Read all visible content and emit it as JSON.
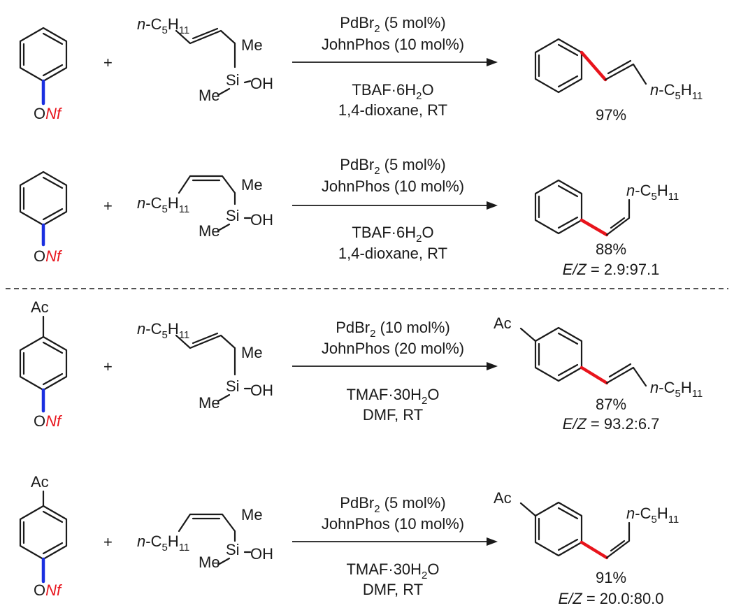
{
  "rows": [
    {
      "substrate_sub": "",
      "leaving_group": {
        "o": "O",
        "nf": "Nf"
      },
      "plus": "+",
      "reagent": {
        "geometry": "E",
        "alkyl": {
          "prefix": "n",
          "dash": "-",
          "c": "C",
          "c_sub": "5",
          "h": "H",
          "h_sub": "11"
        },
        "si": "Si",
        "me1": "Me",
        "me2": "Me",
        "oh": "OH"
      },
      "conditions_top": [
        {
          "text": "PdBr",
          "sub": "2",
          "tail": " (5 mol%)"
        },
        {
          "text": "JohnPhos (10 mol%)",
          "sub": "",
          "tail": ""
        }
      ],
      "conditions_bottom": [
        {
          "text": "TBAF·6H",
          "sub": "2",
          "tail": "O"
        },
        {
          "text": "1,4-dioxane, RT",
          "sub": "",
          "tail": ""
        }
      ],
      "product": {
        "geometry": "E",
        "ac": "",
        "alkyl": {
          "prefix": "n",
          "dash": "-",
          "c": "C",
          "c_sub": "5",
          "h": "H",
          "h_sub": "11"
        }
      },
      "yield": "97%",
      "ratio": null
    },
    {
      "substrate_sub": "",
      "leaving_group": {
        "o": "O",
        "nf": "Nf"
      },
      "plus": "+",
      "reagent": {
        "geometry": "Z",
        "alkyl": {
          "prefix": "n",
          "dash": "-",
          "c": "C",
          "c_sub": "5",
          "h": "H",
          "h_sub": "11"
        },
        "si": "Si",
        "me1": "Me",
        "me2": "Me",
        "oh": "OH"
      },
      "conditions_top": [
        {
          "text": "PdBr",
          "sub": "2",
          "tail": " (5 mol%)"
        },
        {
          "text": "JohnPhos (10 mol%)",
          "sub": "",
          "tail": ""
        }
      ],
      "conditions_bottom": [
        {
          "text": "TBAF·6H",
          "sub": "2",
          "tail": "O"
        },
        {
          "text": "1,4-dioxane, RT",
          "sub": "",
          "tail": ""
        }
      ],
      "product": {
        "geometry": "Z",
        "ac": "",
        "alkyl": {
          "prefix": "n",
          "dash": "-",
          "c": "C",
          "c_sub": "5",
          "h": "H",
          "h_sub": "11"
        }
      },
      "yield": "88%",
      "ratio": {
        "label": "E/Z",
        "value": " = 2.9:97.1"
      }
    },
    {
      "substrate_sub": "Ac",
      "leaving_group": {
        "o": "O",
        "nf": "Nf"
      },
      "plus": "+",
      "reagent": {
        "geometry": "E",
        "alkyl": {
          "prefix": "n",
          "dash": "-",
          "c": "C",
          "c_sub": "5",
          "h": "H",
          "h_sub": "11"
        },
        "si": "Si",
        "me1": "Me",
        "me2": "Me",
        "oh": "OH"
      },
      "conditions_top": [
        {
          "text": "PdBr",
          "sub": "2",
          "tail": " (10 mol%)"
        },
        {
          "text": "JohnPhos (20 mol%)",
          "sub": "",
          "tail": ""
        }
      ],
      "conditions_bottom": [
        {
          "text": "TMAF·30H",
          "sub": "2",
          "tail": "O"
        },
        {
          "text": "DMF, RT",
          "sub": "",
          "tail": ""
        }
      ],
      "product": {
        "geometry": "E",
        "ac": "Ac",
        "alkyl": {
          "prefix": "n",
          "dash": "-",
          "c": "C",
          "c_sub": "5",
          "h": "H",
          "h_sub": "11"
        }
      },
      "yield": "87%",
      "ratio": {
        "label": "E/Z",
        "value": " = 93.2:6.7"
      }
    },
    {
      "substrate_sub": "Ac",
      "leaving_group": {
        "o": "O",
        "nf": "Nf"
      },
      "plus": "+",
      "reagent": {
        "geometry": "Z",
        "alkyl": {
          "prefix": "n",
          "dash": "-",
          "c": "C",
          "c_sub": "5",
          "h": "H",
          "h_sub": "11"
        },
        "si": "Si",
        "me1": "Me",
        "me2": "Me",
        "oh": "OH"
      },
      "conditions_top": [
        {
          "text": "PdBr",
          "sub": "2",
          "tail": " (5 mol%)"
        },
        {
          "text": "JohnPhos (10 mol%)",
          "sub": "",
          "tail": ""
        }
      ],
      "conditions_bottom": [
        {
          "text": "TMAF·30H",
          "sub": "2",
          "tail": "O"
        },
        {
          "text": "DMF, RT",
          "sub": "",
          "tail": ""
        }
      ],
      "product": {
        "geometry": "Z",
        "ac": "Ac",
        "alkyl": {
          "prefix": "n",
          "dash": "-",
          "c": "C",
          "c_sub": "5",
          "h": "H",
          "h_sub": "11"
        }
      },
      "yield": "91%",
      "ratio": {
        "label": "E/Z",
        "value": " = 20.0:80.0"
      }
    }
  ],
  "colors": {
    "bond": "#1a1a1a",
    "cleaved_bond": "#1a2fe0",
    "formed_bond": "#e8141c",
    "nf_label": "#e8141c"
  }
}
